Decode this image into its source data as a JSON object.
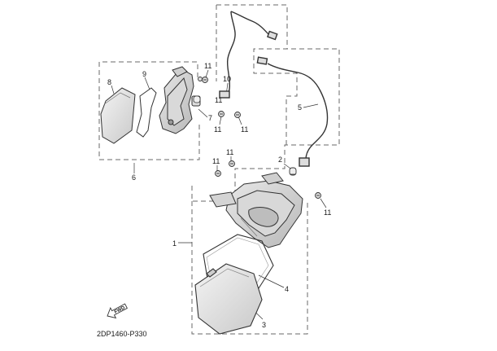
{
  "diagram": {
    "callouts": [
      "1",
      "2",
      "3",
      "4",
      "5",
      "6",
      "7",
      "8",
      "9",
      "10",
      "11",
      "11",
      "11",
      "11",
      "11",
      "11",
      "11"
    ],
    "fwd_label": "FWD",
    "drawing_code": "2DP1460-P330"
  }
}
